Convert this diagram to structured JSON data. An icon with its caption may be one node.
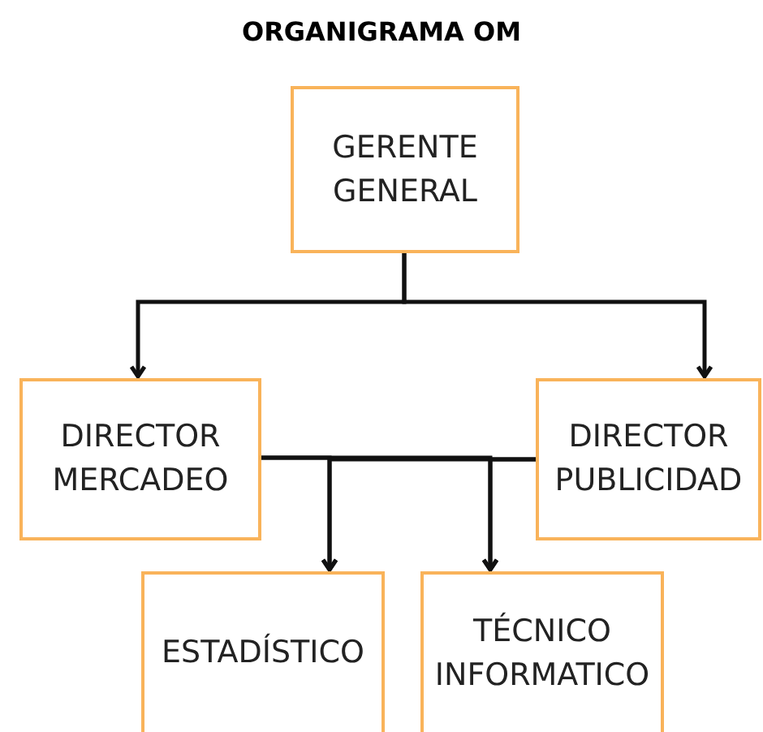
{
  "diagram": {
    "title": "ORGANIGRAMA OM",
    "nodes": [
      {
        "text": [
          "GERENTE GENERAL"
        ]
      },
      {
        "text": [
          "DIRECTOR MERCADEO"
        ]
      },
      {
        "text": [
          "DIRECTOR PUBLICIDAD"
        ]
      },
      {
        "text": [
          "ESTADÍSTICO"
        ]
      },
      {
        "text": [
          "TÉCNICO INFORMATICO"
        ]
      }
    ],
    "edges": [
      {
        "from": 0,
        "to": 1,
        "arrow": "to"
      },
      {
        "from": 0,
        "to": 2,
        "arrow": "to"
      },
      {
        "from": 1,
        "to": 3,
        "arrow": "to"
      },
      {
        "from": 1,
        "to": 4,
        "arrow": "to"
      },
      {
        "from": 2,
        "to": 3,
        "arrow": "to"
      },
      {
        "from": 2,
        "to": 4,
        "arrow": "to"
      }
    ]
  }
}
